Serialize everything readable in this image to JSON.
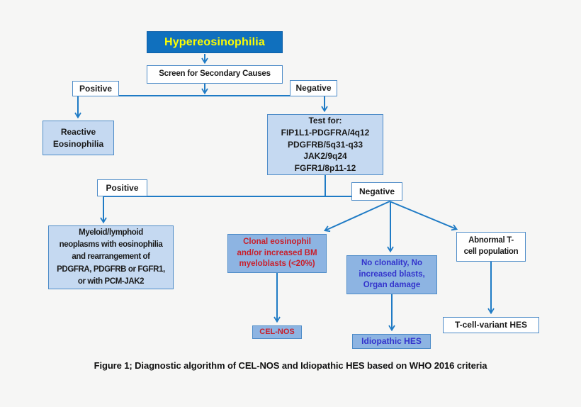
{
  "figure": {
    "caption": "Figure 1; Diagnostic algorithm of CEL-NOS and Idiopathic HES based on WHO 2016 criteria"
  },
  "nodes": {
    "root": {
      "label": "Hypereosinophilia"
    },
    "screen": {
      "label": "Screen for Secondary Causes"
    },
    "branch1_positive": {
      "label": "Positive"
    },
    "branch1_negative": {
      "label": "Negative"
    },
    "reactive": {
      "lines": [
        "Reactive",
        "Eosinophilia"
      ]
    },
    "test_for": {
      "lines": [
        "Test for:",
        "FIP1L1-PDGFRA/4q12",
        "PDGFRB/5q31-q33",
        "JAK2/9q24",
        "FGFR1/8p11-12"
      ]
    },
    "branch2_positive": {
      "label": "Positive"
    },
    "branch2_negative": {
      "label": "Negative"
    },
    "myeloid": {
      "lines": [
        "Myeloid/lymphoid",
        "neoplasms with eosinophilia",
        "and rearrangement of",
        "PDGFRA, PDGFRB or FGFR1,",
        "or with PCM-JAK2"
      ]
    },
    "clonal": {
      "lines": [
        "Clonal eosinophil",
        "and/or increased BM",
        "myeloblasts (<20%)"
      ]
    },
    "no_clonality": {
      "lines": [
        "No clonality, No",
        "increased blasts,",
        "Organ damage"
      ]
    },
    "abnormal_tcell": {
      "lines": [
        "Abnormal T-",
        "cell population"
      ]
    },
    "cel_nos": {
      "label": "CEL-NOS"
    },
    "idiopathic_hes": {
      "label": "Idiopathic HES"
    },
    "tcell_variant_hes": {
      "label": "T-cell-variant HES"
    }
  },
  "colors": {
    "page_bg": "#f6f6f5",
    "root_fill": "#1070BE",
    "root_text": "#FFFF00",
    "light_fill": "#C5D9F1",
    "medium_fill": "#8DB4E2",
    "border_blue": "#4E8CC8",
    "arrow_blue": "#1F7BC5",
    "red_text": "#C8202C",
    "violet_text": "#3333CC"
  }
}
